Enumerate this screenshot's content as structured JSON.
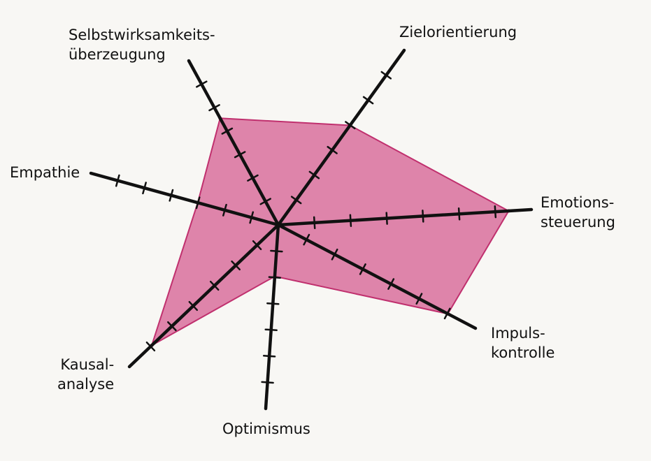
{
  "chart_data": {
    "type": "radar",
    "axes": [
      {
        "lines": [
          "Selbstwirksamkeits-",
          "überzeugung"
        ],
        "value": 0.65
      },
      {
        "lines": [
          "Zielorientierung"
        ],
        "value": 0.57
      },
      {
        "lines": [
          "Emotions-",
          "steuerung"
        ],
        "value": 0.91
      },
      {
        "lines": [
          "Impuls-",
          "kontrolle"
        ],
        "value": 0.86
      },
      {
        "lines": [
          "Optimismus"
        ],
        "value": 0.28
      },
      {
        "lines": [
          "Kausal-",
          "analyse"
        ],
        "value": 0.85
      },
      {
        "lines": [
          "Empathie"
        ],
        "value": 0.43
      }
    ],
    "max": 1,
    "grid": false,
    "colors": {
      "fill": "#d9709c",
      "outline": "#c0306e",
      "axis": "#111111"
    }
  }
}
